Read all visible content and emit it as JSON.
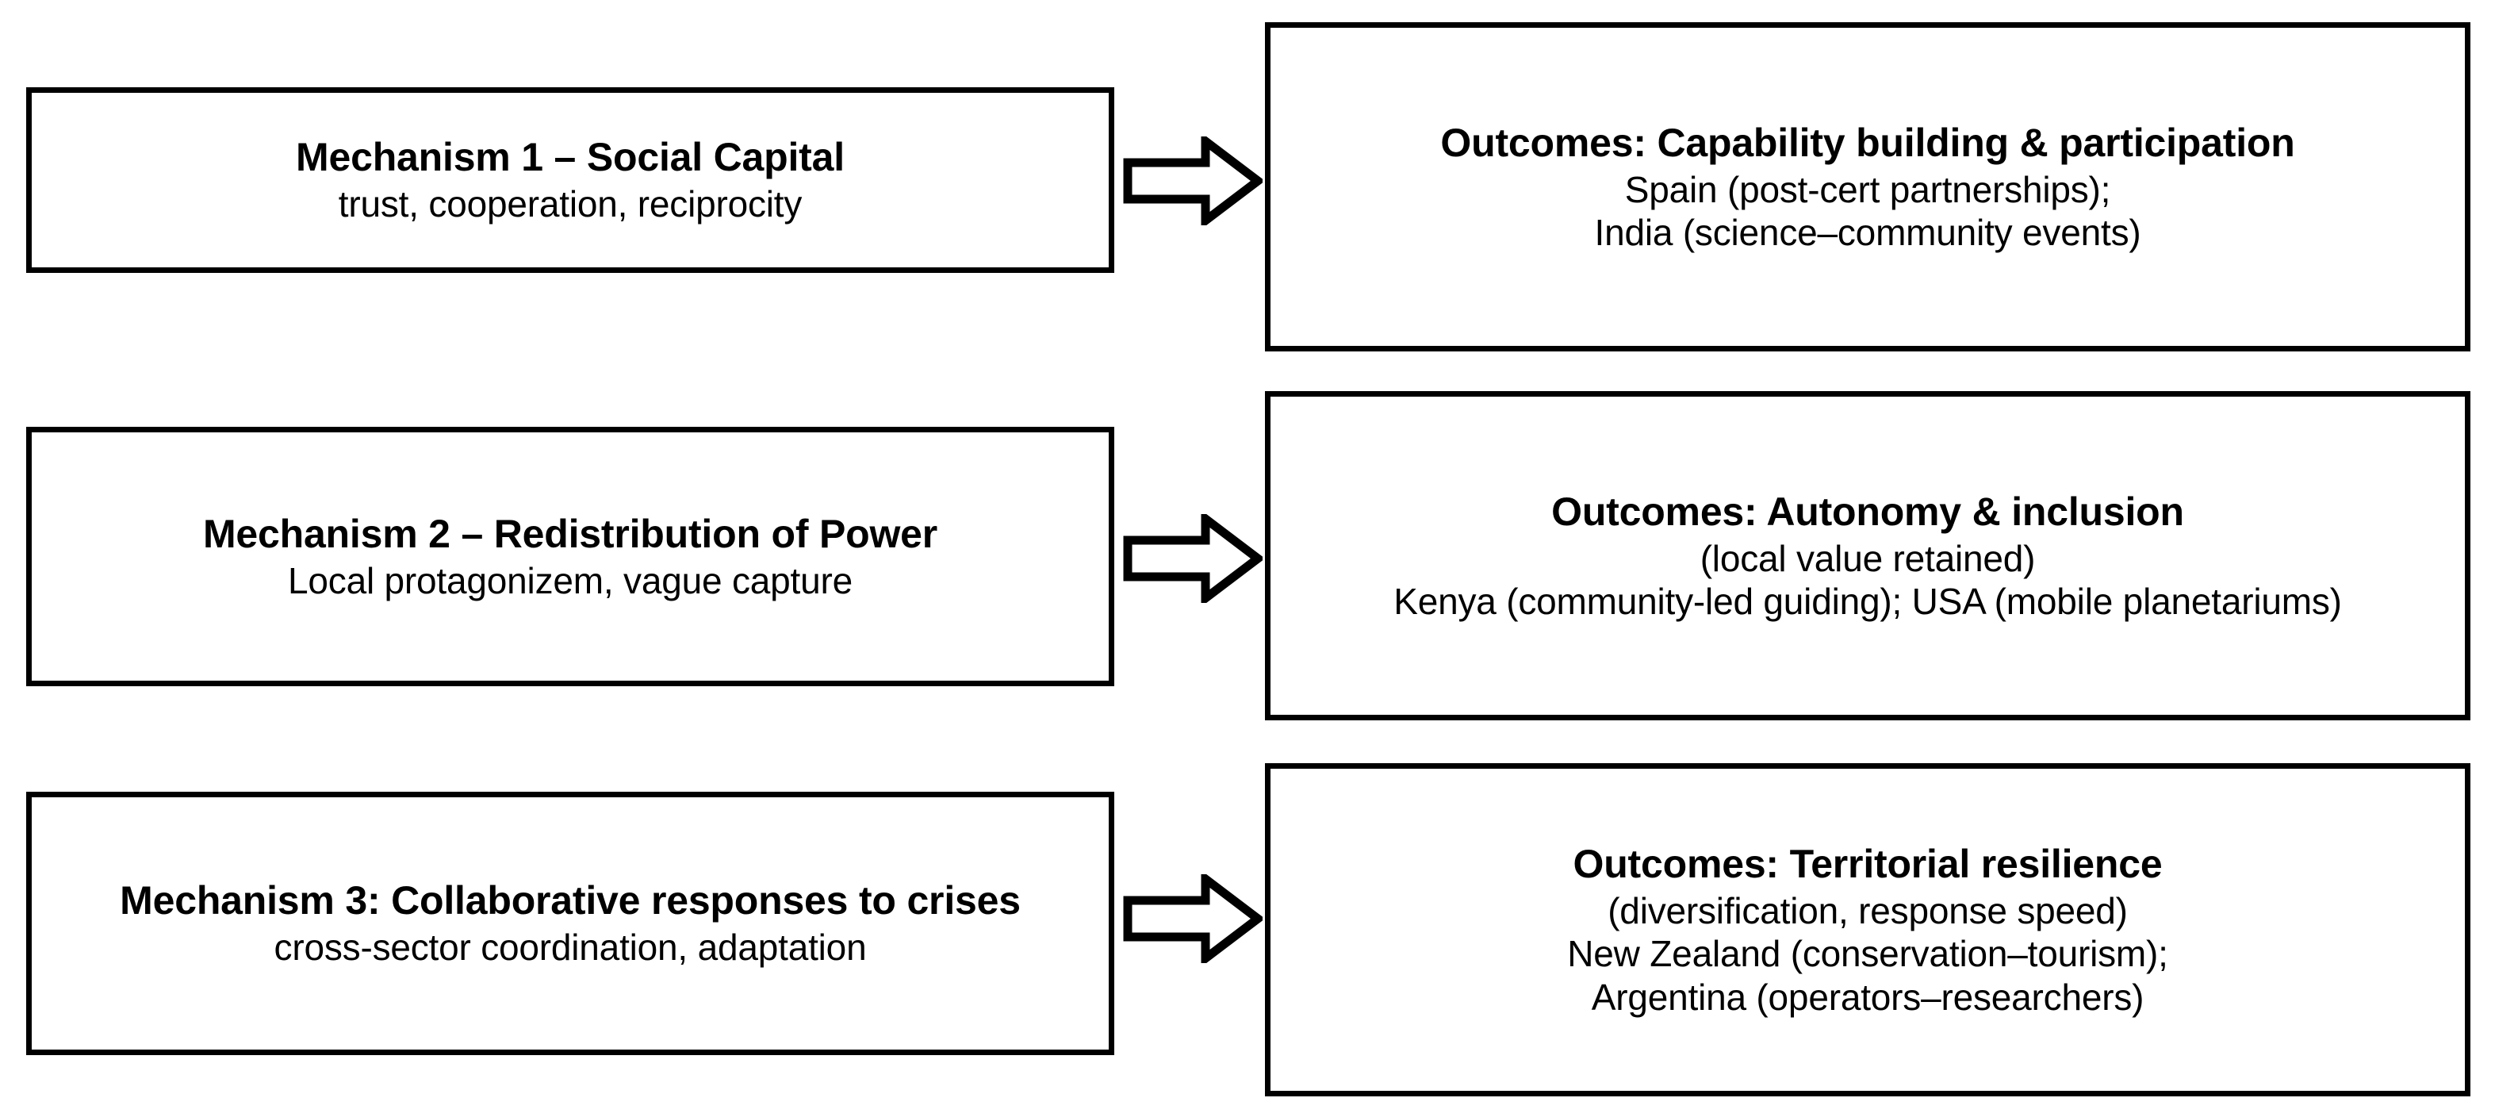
{
  "diagram": {
    "type": "flow",
    "background_color": "#ffffff",
    "line_color": "#000000",
    "rows": [
      {
        "mechanism": {
          "title": "Mechanism 1 – Social Capital",
          "subtitle": "trust, cooperation, reciprocity"
        },
        "connector": "block-arrow-right",
        "outcome": {
          "title": "Outcomes: Capability building & participation",
          "subtitle": "Spain (post-cert partnerships);\nIndia (science–community events)"
        }
      },
      {
        "mechanism": {
          "title": "Mechanism 2 – Redistribution of Power",
          "subtitle": "Local protagonizem, vague capture"
        },
        "connector": "block-arrow-right",
        "outcome": {
          "title": "Outcomes: Autonomy & inclusion",
          "subtitle": "(local value retained)\nKenya (community-led guiding); USA (mobile planetariums)"
        }
      },
      {
        "mechanism": {
          "title": "Mechanism 3: Collaborative responses to crises",
          "subtitle": "cross-sector coordination, adaptation"
        },
        "connector": "block-arrow-right",
        "outcome": {
          "title": "Outcomes: Territorial resilience",
          "subtitle": "(diversification, response speed)\nNew Zealand (conservation–tourism);\nArgentina (operators–researchers)"
        }
      }
    ]
  }
}
